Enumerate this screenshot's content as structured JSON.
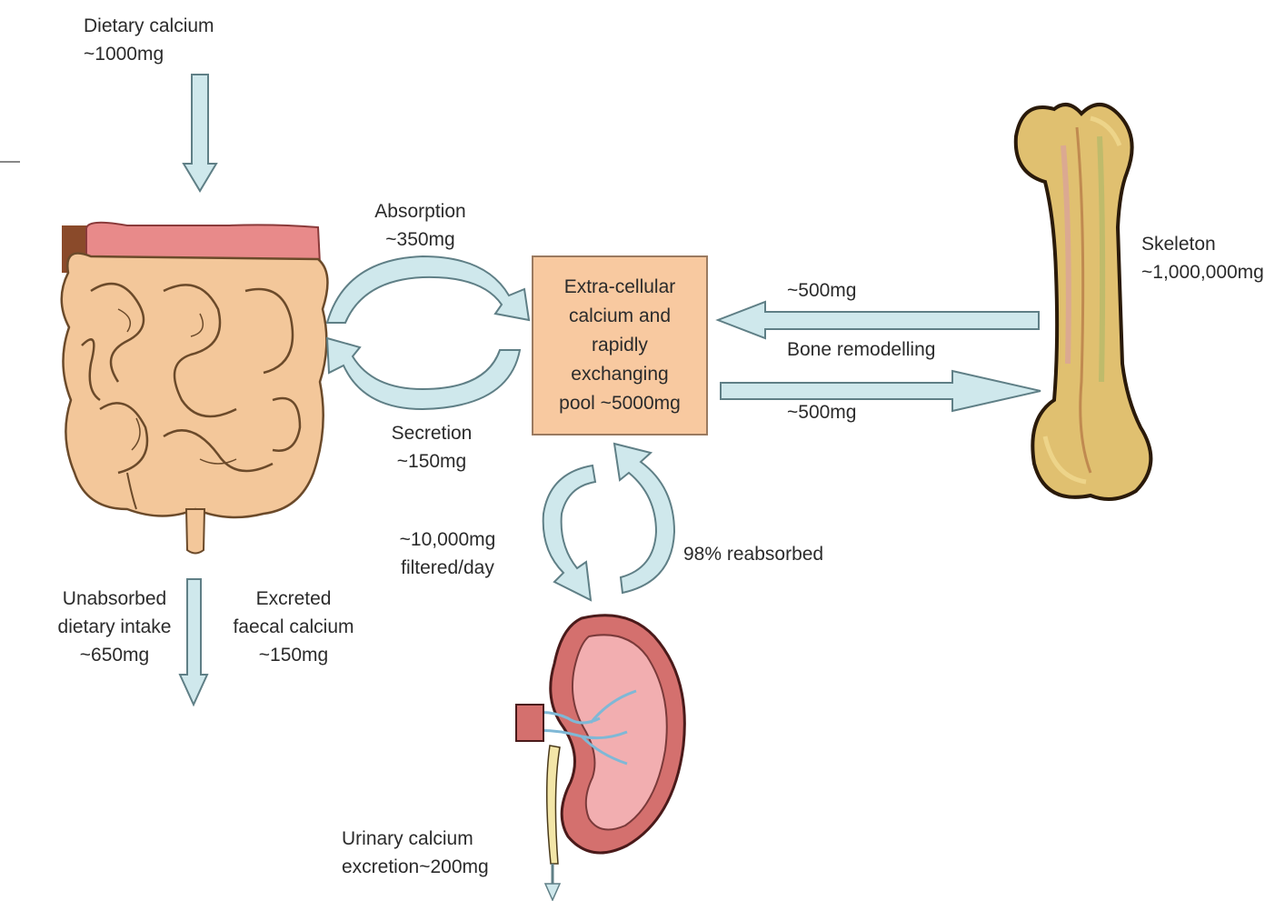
{
  "diagram": {
    "dietary": {
      "line1": "Dietary calcium",
      "line2": "~1000mg"
    },
    "absorption": {
      "line1": "Absorption",
      "line2": "~350mg"
    },
    "secretion": {
      "line1": "Secretion",
      "line2": "~150mg"
    },
    "pool": {
      "line1": "Extra-cellular",
      "line2": "calcium and",
      "line3": "rapidly",
      "line4": "exchanging",
      "line5": "pool ~5000mg"
    },
    "bone_in": "~500mg",
    "bone_remodelling": "Bone remodelling",
    "bone_out": "~500mg",
    "skeleton": {
      "line1": "Skeleton",
      "line2": "~1,000,000mg"
    },
    "filtered": {
      "line1": "~10,000mg",
      "line2": "filtered/day"
    },
    "reabsorbed": "98% reabsorbed",
    "unabsorbed": {
      "line1": "Unabsorbed",
      "line2": "dietary intake",
      "line3": "~650mg"
    },
    "excreted": {
      "line1": "Excreted",
      "line2": "faecal calcium",
      "line3": "~150mg"
    },
    "urinary": {
      "line1": "Urinary calcium",
      "line2": "excretion~200mg"
    }
  },
  "colors": {
    "arrow_fill": "#cfe8ec",
    "arrow_stroke": "#5f7f86",
    "pool_box": "#f8c9a0",
    "intestine": "#f3c79a",
    "colon_top": "#e88a8a",
    "bone": "#e0c070",
    "kidney": "#d4706e"
  },
  "icons": [
    "intestine-illustration",
    "bone-illustration",
    "kidney-illustration"
  ]
}
